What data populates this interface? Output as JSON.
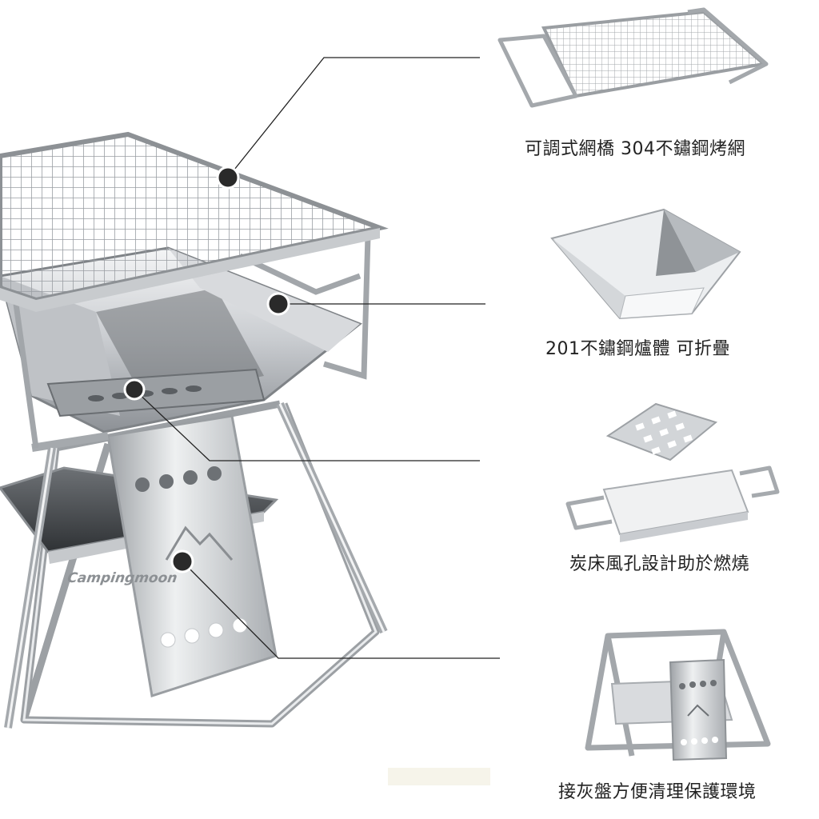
{
  "product": {
    "logo_text": "Campingmoon"
  },
  "features": [
    {
      "label": "可調式網橋 304不鏽鋼烤網",
      "icon": "grill-grate-icon"
    },
    {
      "label": "201不鏽鋼爐體 可折疊",
      "icon": "folding-firebox-icon"
    },
    {
      "label": "炭床風孔設計助於燃燒",
      "icon": "charcoal-bed-icon"
    },
    {
      "label": "接灰盤方便清理保護環境",
      "icon": "ash-tray-frame-icon"
    }
  ],
  "colors": {
    "background": "#ffffff",
    "steel_light": "#e6e8ea",
    "steel_mid": "#b9bcc0",
    "steel_dark": "#6e7276",
    "callout_dot": "#2a2a2a",
    "leader_line": "#222222"
  }
}
